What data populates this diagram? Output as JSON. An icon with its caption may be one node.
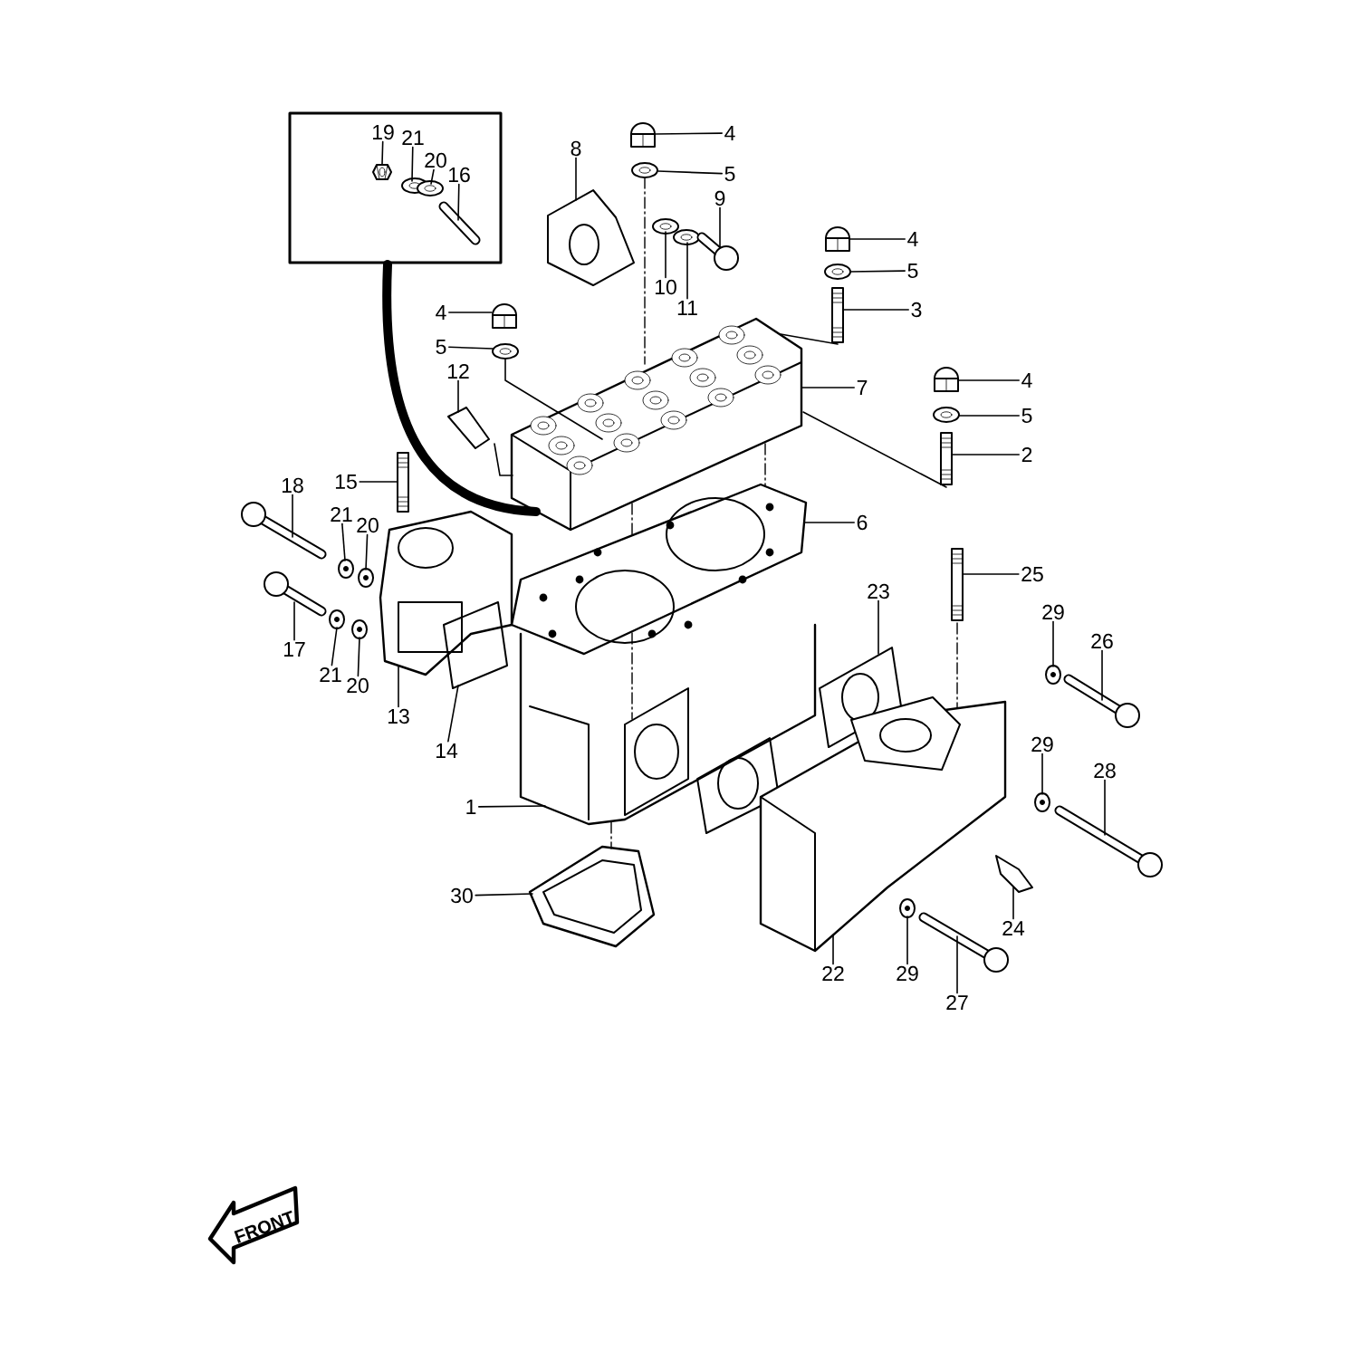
{
  "diagram": {
    "nodes": [
      {
        "text": [],
        "shape": "box"
      },
      {
        "text": [
          "19"
        ],
        "in": 0
      },
      {
        "text": [
          "21"
        ],
        "in": 0
      },
      {
        "text": [
          "20"
        ],
        "in": 0
      },
      {
        "text": [
          "16"
        ],
        "in": 0
      },
      {
        "text": [
          "4"
        ]
      },
      {
        "text": [
          "5"
        ]
      },
      {
        "text": [
          "8"
        ]
      },
      {
        "text": [
          "9"
        ]
      },
      {
        "text": [
          "10"
        ]
      },
      {
        "text": [
          "11"
        ]
      },
      {
        "text": [
          "4"
        ]
      },
      {
        "text": [
          "5"
        ]
      },
      {
        "text": [
          "4"
        ]
      },
      {
        "text": [
          "3"
        ]
      },
      {
        "text": [
          "5"
        ]
      },
      {
        "text": [
          "7"
        ]
      },
      {
        "text": [
          "12"
        ]
      },
      {
        "text": [
          "4"
        ]
      },
      {
        "text": [
          "5"
        ]
      },
      {
        "text": [
          "2"
        ]
      },
      {
        "text": [
          "15"
        ]
      },
      {
        "text": [
          "18"
        ]
      },
      {
        "text": [
          "21"
        ]
      },
      {
        "text": [
          "20"
        ]
      },
      {
        "text": [
          "6"
        ]
      },
      {
        "text": [
          "25"
        ]
      },
      {
        "text": [
          "23"
        ]
      },
      {
        "text": [
          "29"
        ]
      },
      {
        "text": [
          "26"
        ]
      },
      {
        "text": [
          "17"
        ]
      },
      {
        "text": [
          "21"
        ]
      },
      {
        "text": [
          "20"
        ]
      },
      {
        "text": [
          "13"
        ]
      },
      {
        "text": [
          "14"
        ]
      },
      {
        "text": [
          "29"
        ]
      },
      {
        "text": [
          "28"
        ]
      },
      {
        "text": [
          "1"
        ]
      },
      {
        "text": [
          "30"
        ]
      },
      {
        "text": [
          "24"
        ]
      },
      {
        "text": [
          "22"
        ]
      },
      {
        "text": [
          "29"
        ]
      },
      {
        "text": [
          "27"
        ]
      },
      {
        "text": [],
        "shape": "picture",
        "in": 0
      },
      {
        "text": [],
        "shape": "circle",
        "in": 0
      },
      {
        "text": [],
        "shape": "circle",
        "in": 0
      },
      {
        "text": [],
        "shape": "picture",
        "in": 0
      },
      {
        "text": [],
        "shape": "picture"
      },
      {
        "text": [],
        "shape": "circle"
      },
      {
        "text": [],
        "shape": "picture"
      },
      {
        "text": [],
        "shape": "circle"
      },
      {
        "text": [],
        "shape": "circle"
      },
      {
        "text": [],
        "shape": "picture"
      },
      {
        "text": [],
        "shape": "picture"
      },
      {
        "text": [],
        "shape": "circle"
      },
      {
        "text": [],
        "shape": "picture"
      },
      {
        "text": [],
        "shape": "picture"
      },
      {
        "text": [],
        "shape": "circle"
      },
      {
        "text": [],
        "shape": "picture"
      },
      {
        "text": [],
        "shape": "picture"
      },
      {
        "text": [],
        "shape": "picture"
      },
      {
        "text": [],
        "shape": "circle"
      },
      {
        "text": [],
        "shape": "picture"
      },
      {
        "text": [],
        "shape": "picture"
      },
      {
        "text": [],
        "shape": "picture"
      },
      {
        "text": [],
        "shape": "circle"
      },
      {
        "text": [],
        "shape": "circle"
      },
      {
        "text": [],
        "shape": "picture"
      },
      {
        "text": [],
        "shape": "picture"
      },
      {
        "text": [],
        "shape": "picture"
      },
      {
        "text": [],
        "shape": "picture"
      },
      {
        "text": [],
        "shape": "circle"
      },
      {
        "text": [],
        "shape": "circle"
      },
      {
        "text": [],
        "shape": "picture"
      },
      {
        "text": [],
        "shape": "picture"
      },
      {
        "text": [],
        "shape": "circle"
      },
      {
        "text": [],
        "shape": "picture"
      },
      {
        "text": [],
        "shape": "picture"
      },
      {
        "text": [],
        "shape": "circle"
      },
      {
        "text": [],
        "shape": "picture"
      },
      {
        "text": [],
        "shape": "picture"
      },
      {
        "text": [],
        "shape": "picture"
      },
      {
        "text": [],
        "shape": "picture"
      },
      {
        "text": [],
        "shape": "circle"
      },
      {
        "text": [],
        "shape": "picture"
      }
    ],
    "edges": [
      {
        "from": 0,
        "to": 59,
        "arrow": "none",
        "style": "thick"
      },
      {
        "from": 1,
        "to": 43,
        "arrow": "none"
      },
      {
        "from": 2,
        "to": 44,
        "arrow": "none"
      },
      {
        "from": 3,
        "to": 45,
        "arrow": "none"
      },
      {
        "from": 4,
        "to": 46,
        "arrow": "none"
      },
      {
        "from": 5,
        "to": 47,
        "arrow": "none"
      },
      {
        "from": 6,
        "to": 48,
        "arrow": "none"
      },
      {
        "from": 7,
        "to": 49,
        "arrow": "none"
      },
      {
        "from": 8,
        "to": 52,
        "arrow": "none"
      },
      {
        "from": 9,
        "to": 50,
        "arrow": "none"
      },
      {
        "from": 10,
        "to": 51,
        "arrow": "none"
      },
      {
        "from": 11,
        "to": 53,
        "arrow": "none"
      },
      {
        "from": 12,
        "to": 54,
        "arrow": "none"
      },
      {
        "from": 13,
        "to": 56,
        "arrow": "none"
      },
      {
        "from": 14,
        "to": 55,
        "arrow": "none"
      },
      {
        "from": 15,
        "to": 57,
        "arrow": "none"
      },
      {
        "from": 16,
        "to": 59,
        "arrow": "none"
      },
      {
        "from": 17,
        "to": 58,
        "arrow": "none"
      },
      {
        "from": 18,
        "to": 60,
        "arrow": "none"
      },
      {
        "from": 19,
        "to": 61,
        "arrow": "none"
      },
      {
        "from": 20,
        "to": 62,
        "arrow": "none"
      },
      {
        "from": 21,
        "to": 63,
        "arrow": "none"
      },
      {
        "from": 22,
        "to": 64,
        "arrow": "none"
      },
      {
        "from": 23,
        "to": 65,
        "arrow": "none"
      },
      {
        "from": 24,
        "to": 66,
        "arrow": "none"
      },
      {
        "from": 25,
        "to": 68,
        "arrow": "none"
      },
      {
        "from": 26,
        "to": 69,
        "arrow": "none"
      },
      {
        "from": 27,
        "to": 77,
        "arrow": "none"
      },
      {
        "from": 28,
        "to": 75,
        "arrow": "none"
      },
      {
        "from": 29,
        "to": 76,
        "arrow": "none"
      },
      {
        "from": 30,
        "to": 70,
        "arrow": "none"
      },
      {
        "from": 31,
        "to": 71,
        "arrow": "none"
      },
      {
        "from": 32,
        "to": 72,
        "arrow": "none"
      },
      {
        "from": 33,
        "to": 67,
        "arrow": "none"
      },
      {
        "from": 34,
        "to": 73,
        "arrow": "none"
      },
      {
        "from": 35,
        "to": 78,
        "arrow": "none"
      },
      {
        "from": 36,
        "to": 79,
        "arrow": "none"
      },
      {
        "from": 37,
        "to": 74,
        "arrow": "none"
      },
      {
        "from": 38,
        "to": 80,
        "arrow": "none"
      },
      {
        "from": 39,
        "to": 81,
        "arrow": "none"
      },
      {
        "from": 40,
        "to": 82,
        "arrow": "none"
      },
      {
        "from": 41,
        "to": 83,
        "arrow": "none"
      },
      {
        "from": 42,
        "to": 84,
        "arrow": "none"
      },
      {
        "from": 48,
        "to": 59,
        "arrow": "none",
        "style": "dashed"
      },
      {
        "from": 59,
        "to": 68,
        "arrow": "none",
        "style": "dashed"
      },
      {
        "from": 68,
        "to": 74,
        "arrow": "none",
        "style": "dashed"
      },
      {
        "from": 59,
        "to": 68,
        "arrow": "none",
        "style": "dashed"
      },
      {
        "from": 69,
        "to": 82,
        "arrow": "none",
        "style": "dashed"
      },
      {
        "from": 74,
        "to": 80,
        "arrow": "none",
        "style": "dashed"
      },
      {
        "from": 57,
        "to": 59,
        "arrow": "none"
      },
      {
        "from": 55,
        "to": 59,
        "arrow": "none"
      },
      {
        "from": 62,
        "to": 59,
        "arrow": "none"
      },
      {
        "from": 58,
        "to": 59,
        "arrow": "none"
      }
    ],
    "labels": [
      "FRONT"
    ]
  }
}
